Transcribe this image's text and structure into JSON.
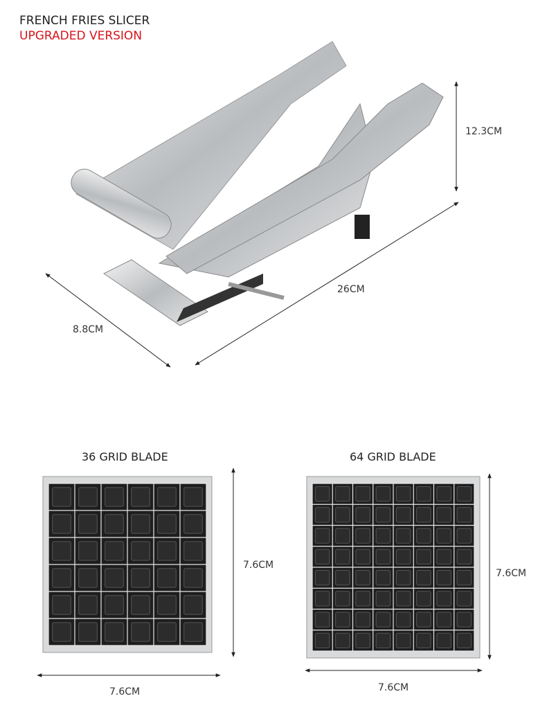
{
  "header": {
    "title": "FRENCH FRIES SLICER",
    "subtitle": "UPGRADED VERSION"
  },
  "slicer": {
    "height": "12.3CM",
    "length": "26CM",
    "width": "8.8CM"
  },
  "blades": [
    {
      "label": "36 GRID BLADE",
      "grid": 6,
      "height": "7.6CM",
      "width": "7.6CM"
    },
    {
      "label": "64 GRID BLADE",
      "grid": 8,
      "height": "7.6CM",
      "width": "7.6CM"
    }
  ],
  "colors": {
    "title": "#1f1f1f",
    "accent": "#d7141c"
  }
}
